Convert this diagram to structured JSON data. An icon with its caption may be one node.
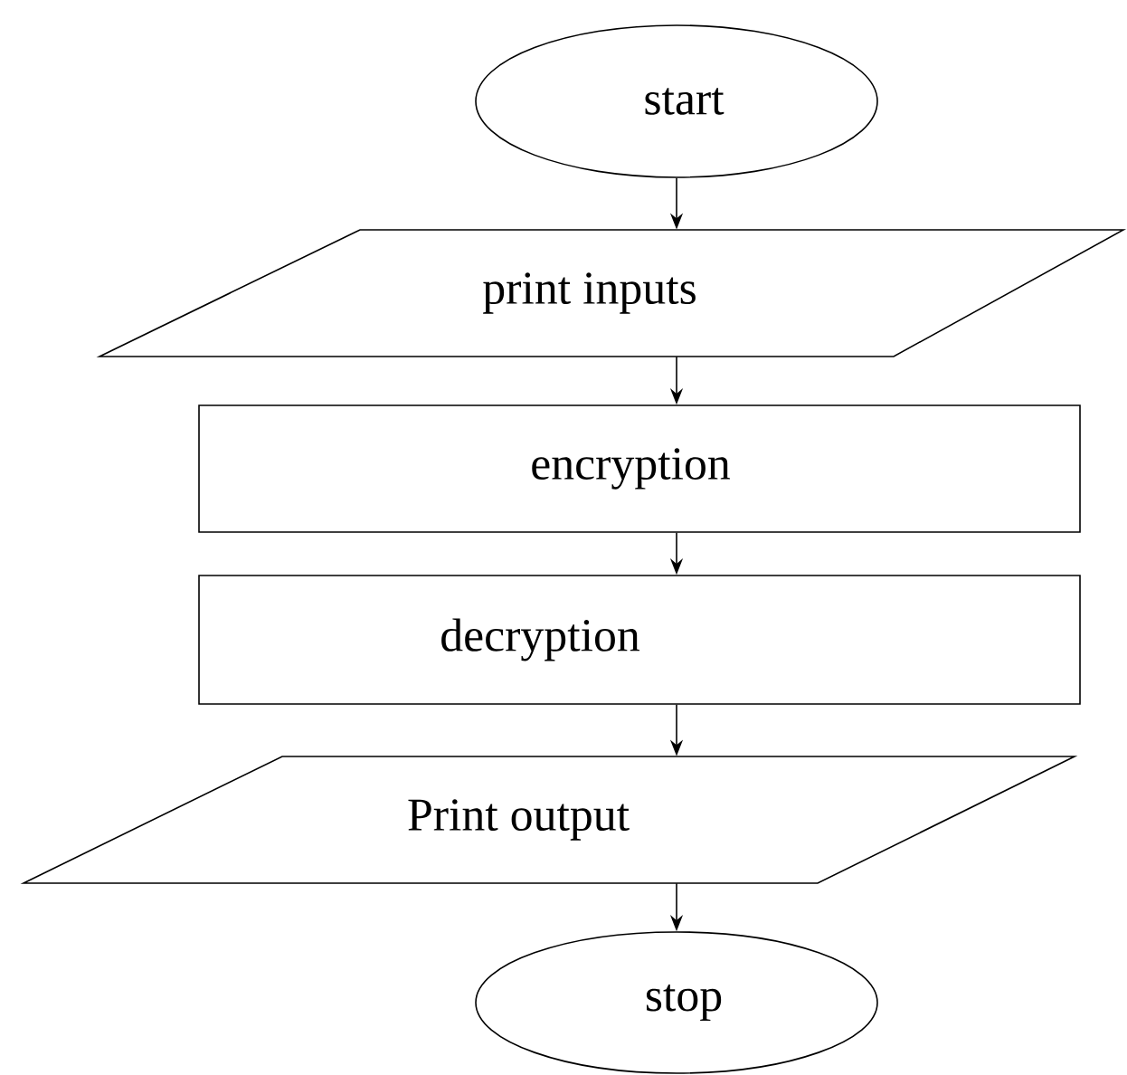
{
  "diagram": {
    "nodes": [
      {
        "text": [
          "start"
        ]
      },
      {
        "text": [
          "print inputs"
        ]
      },
      {
        "text": [
          "encryption"
        ]
      },
      {
        "text": [
          "decryption"
        ]
      },
      {
        "text": [
          "Print output"
        ]
      },
      {
        "text": [
          "stop"
        ]
      }
    ],
    "edges": [
      {
        "from": 0,
        "to": 1,
        "arrow": "to"
      },
      {
        "from": 1,
        "to": 2,
        "arrow": "to"
      },
      {
        "from": 2,
        "to": 3,
        "arrow": "to"
      },
      {
        "from": 3,
        "to": 4,
        "arrow": "to"
      },
      {
        "from": 4,
        "to": 5,
        "arrow": "to"
      }
    ]
  }
}
